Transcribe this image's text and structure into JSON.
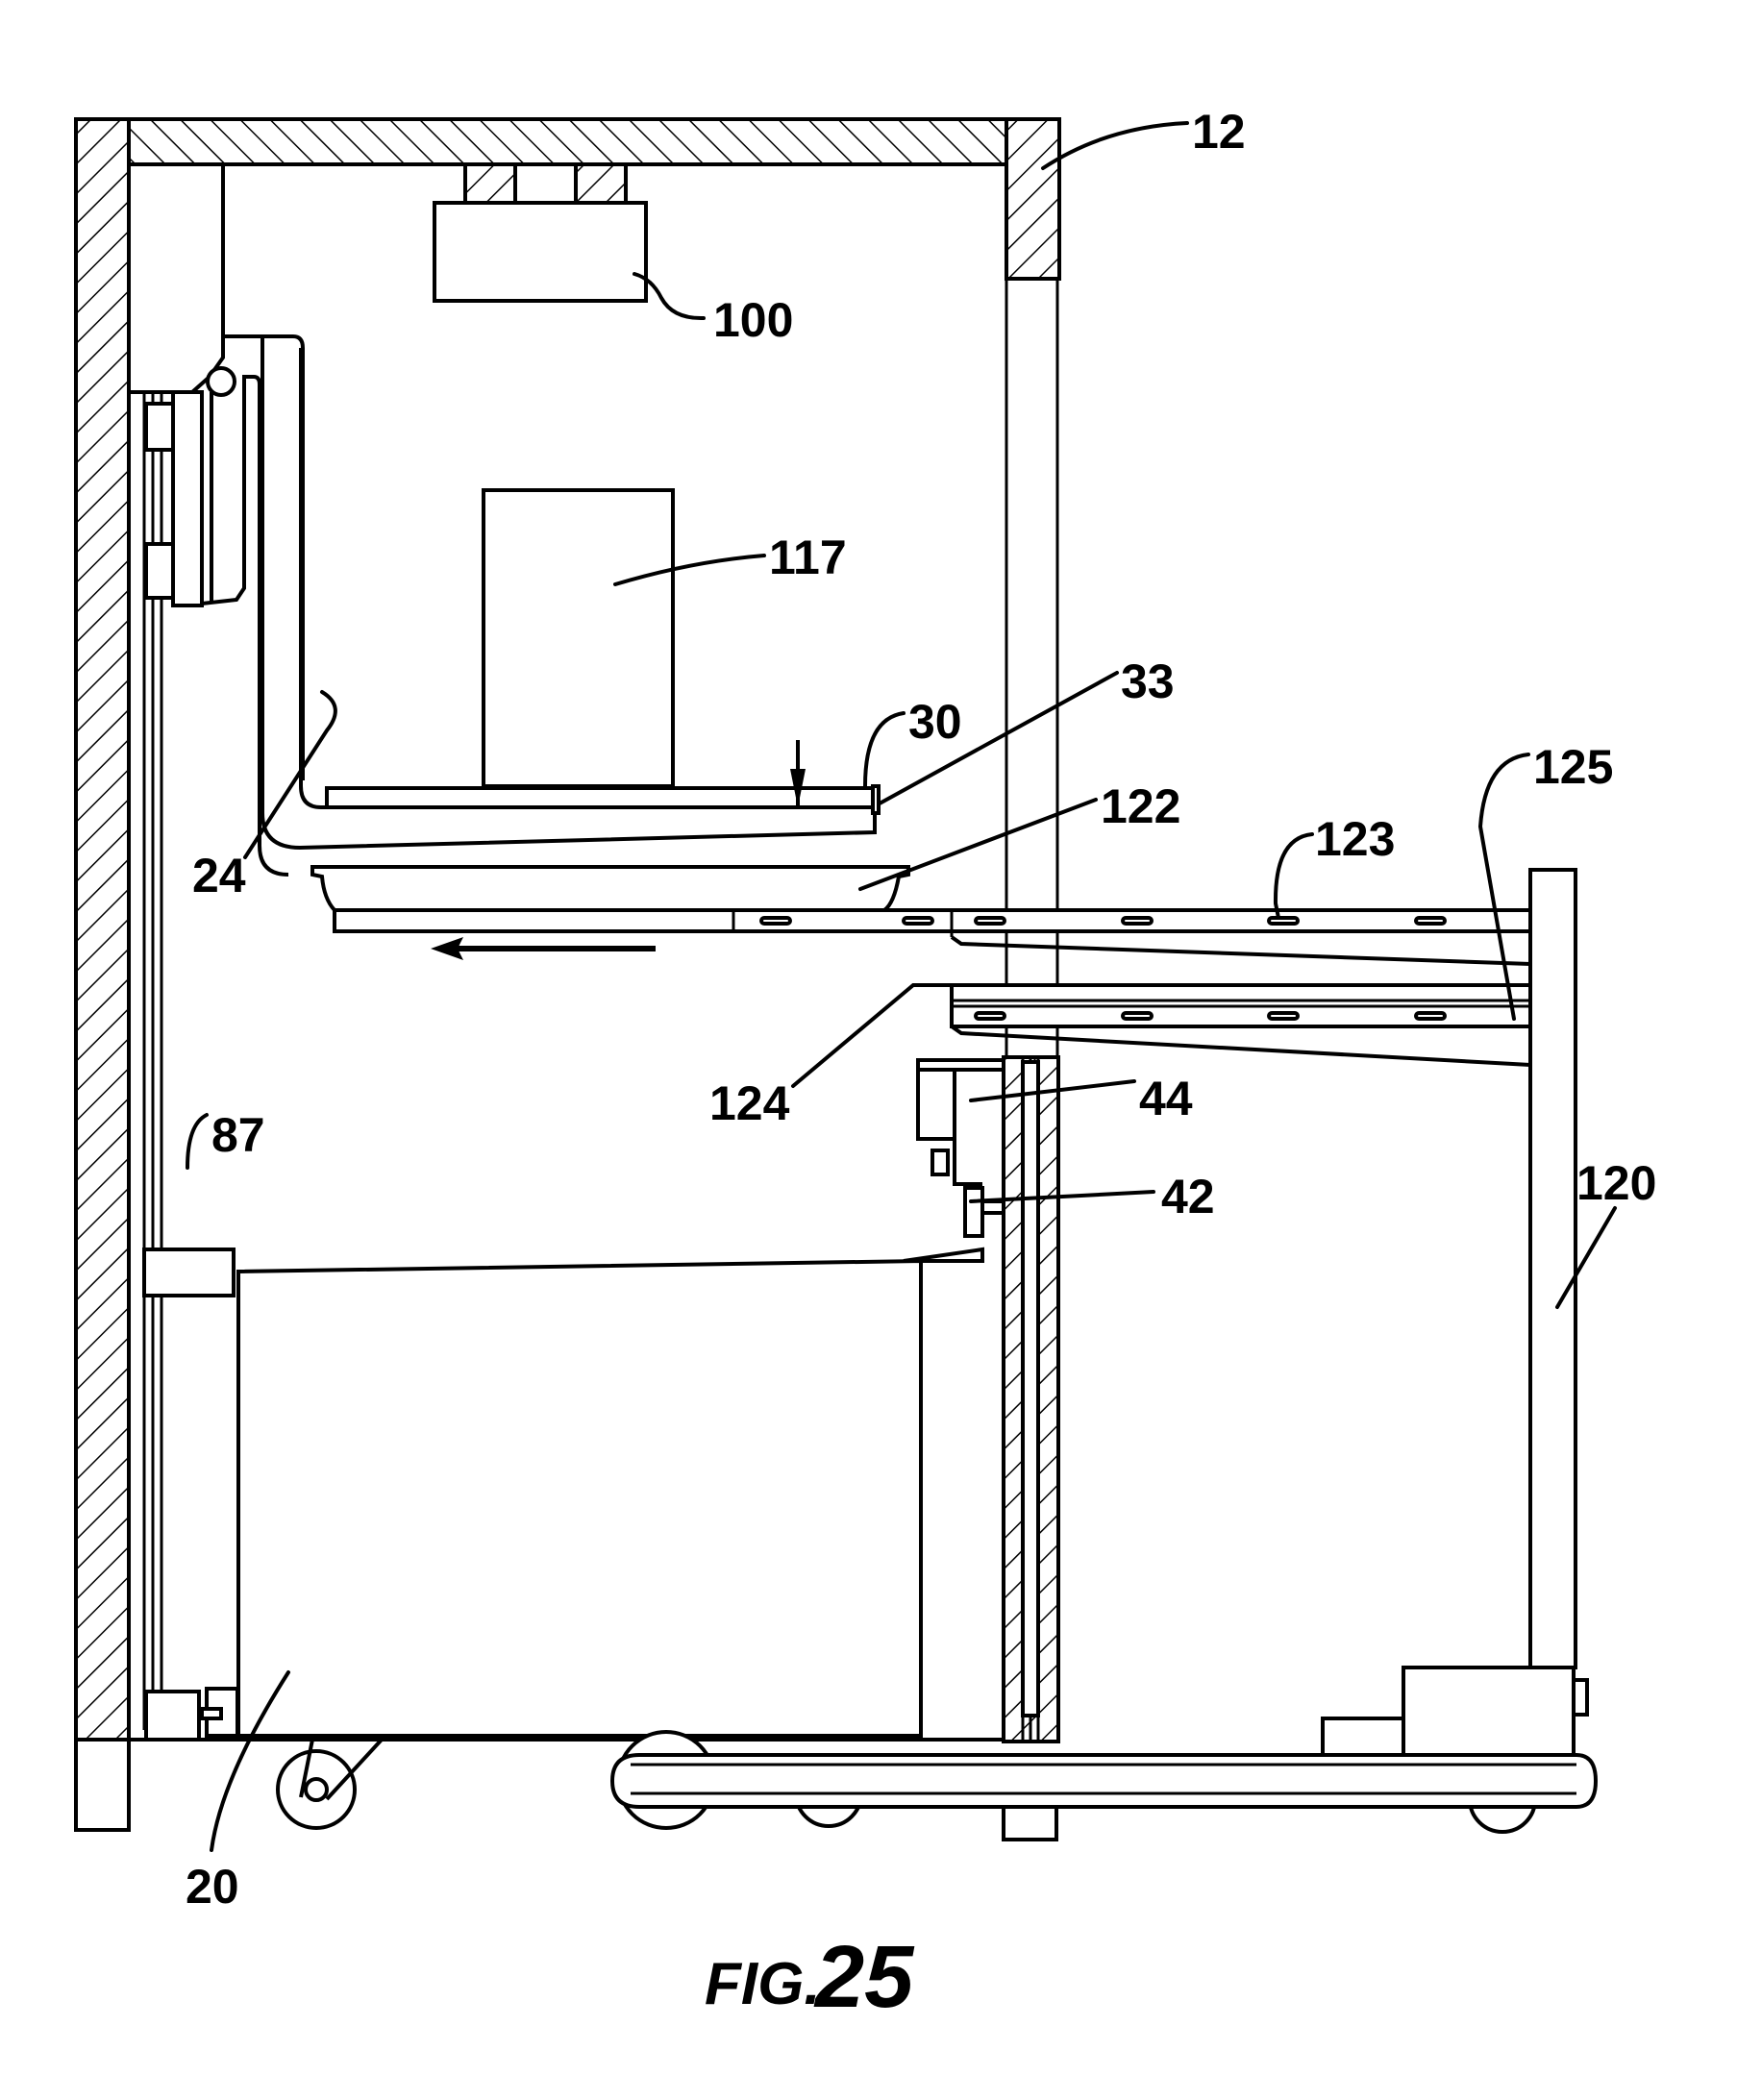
{
  "figure": {
    "caption_prefix": "FIG.",
    "caption_number": "25",
    "colors": {
      "ink": "#000000",
      "paper": "#ffffff"
    }
  },
  "labels": {
    "l12": "12",
    "l100": "100",
    "l117": "117",
    "l30": "30",
    "l33": "33",
    "l122": "122",
    "l125": "125",
    "l123": "123",
    "l24": "24",
    "l124": "124",
    "l44": "44",
    "l87": "87",
    "l42": "42",
    "l120": "120",
    "l20": "20"
  }
}
